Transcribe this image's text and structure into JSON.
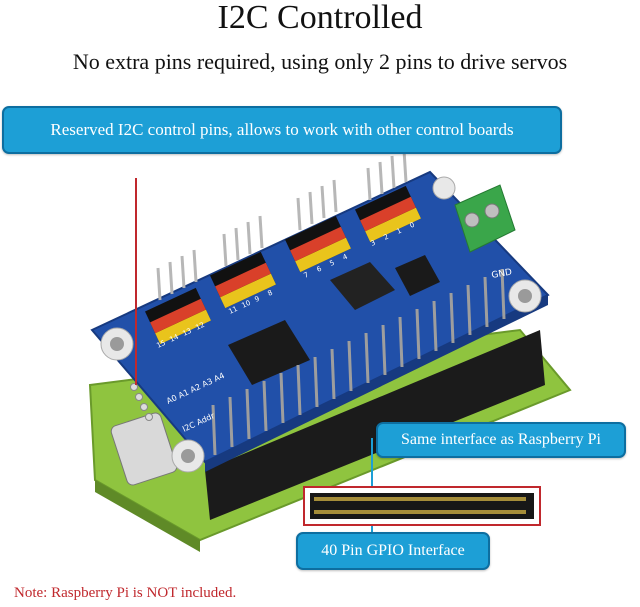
{
  "title": "I2C Controlled",
  "subtitle": "No extra pins required, using only 2 pins to drive servos",
  "callouts": {
    "reserved_pins": "Reserved I2C control pins, allows to work with other control boards",
    "same_interface": "Same interface as Raspberry Pi",
    "gpio": "40 Pin GPIO Interface"
  },
  "note": "Note: Raspberry Pi is NOT included.",
  "board": {
    "channel_labels_a": [
      "15",
      "14",
      "13",
      "12"
    ],
    "channel_labels_b": [
      "11",
      "10",
      "9",
      "8"
    ],
    "channel_labels_c": [
      "7",
      "6",
      "5",
      "4"
    ],
    "channel_labels_d": [
      "3",
      "2",
      "1",
      "0"
    ],
    "addr_label": "A0 A1 A2 A3 A4",
    "i2c_label": "I2C Addr",
    "gnd_label": "GND"
  },
  "colors": {
    "callout_bg": "#1d9fd6",
    "pcb_blue": "#1f4fa8",
    "note_red": "#c0282d",
    "terminal_green": "#3aa64a"
  }
}
